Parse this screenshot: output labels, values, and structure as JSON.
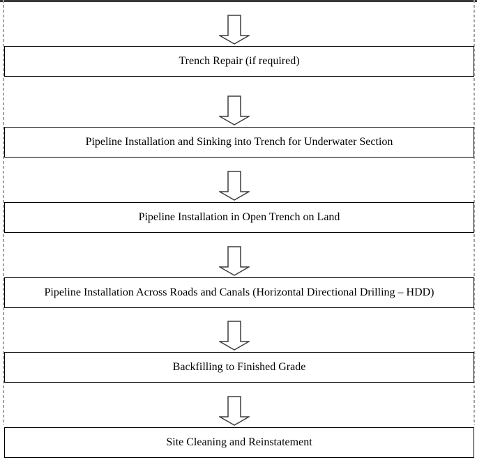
{
  "diagram": {
    "type": "flowchart",
    "direction": "top-down",
    "connector_icon": "down-block-arrow",
    "steps": [
      {
        "label": "Trench Repair (if required)"
      },
      {
        "label": "Pipeline Installation and Sinking into Trench for Underwater Section"
      },
      {
        "label": "Pipeline Installation in Open Trench on Land"
      },
      {
        "label": "Pipeline Installation Across Roads and Canals (Horizontal Directional Drilling – HDD)"
      },
      {
        "label": "Backfilling to Finished Grade"
      },
      {
        "label": "Site Cleaning and Reinstatement"
      }
    ],
    "colors": {
      "background": "#ffffff",
      "box_border": "#000000",
      "box_fill": "#ffffff",
      "text": "#000000",
      "arrow_outline": "#3d3d3d",
      "arrow_fill": "#ffffff",
      "canvas_dashed_border": "#a3a3a3",
      "canvas_top_border": "#383838"
    }
  }
}
